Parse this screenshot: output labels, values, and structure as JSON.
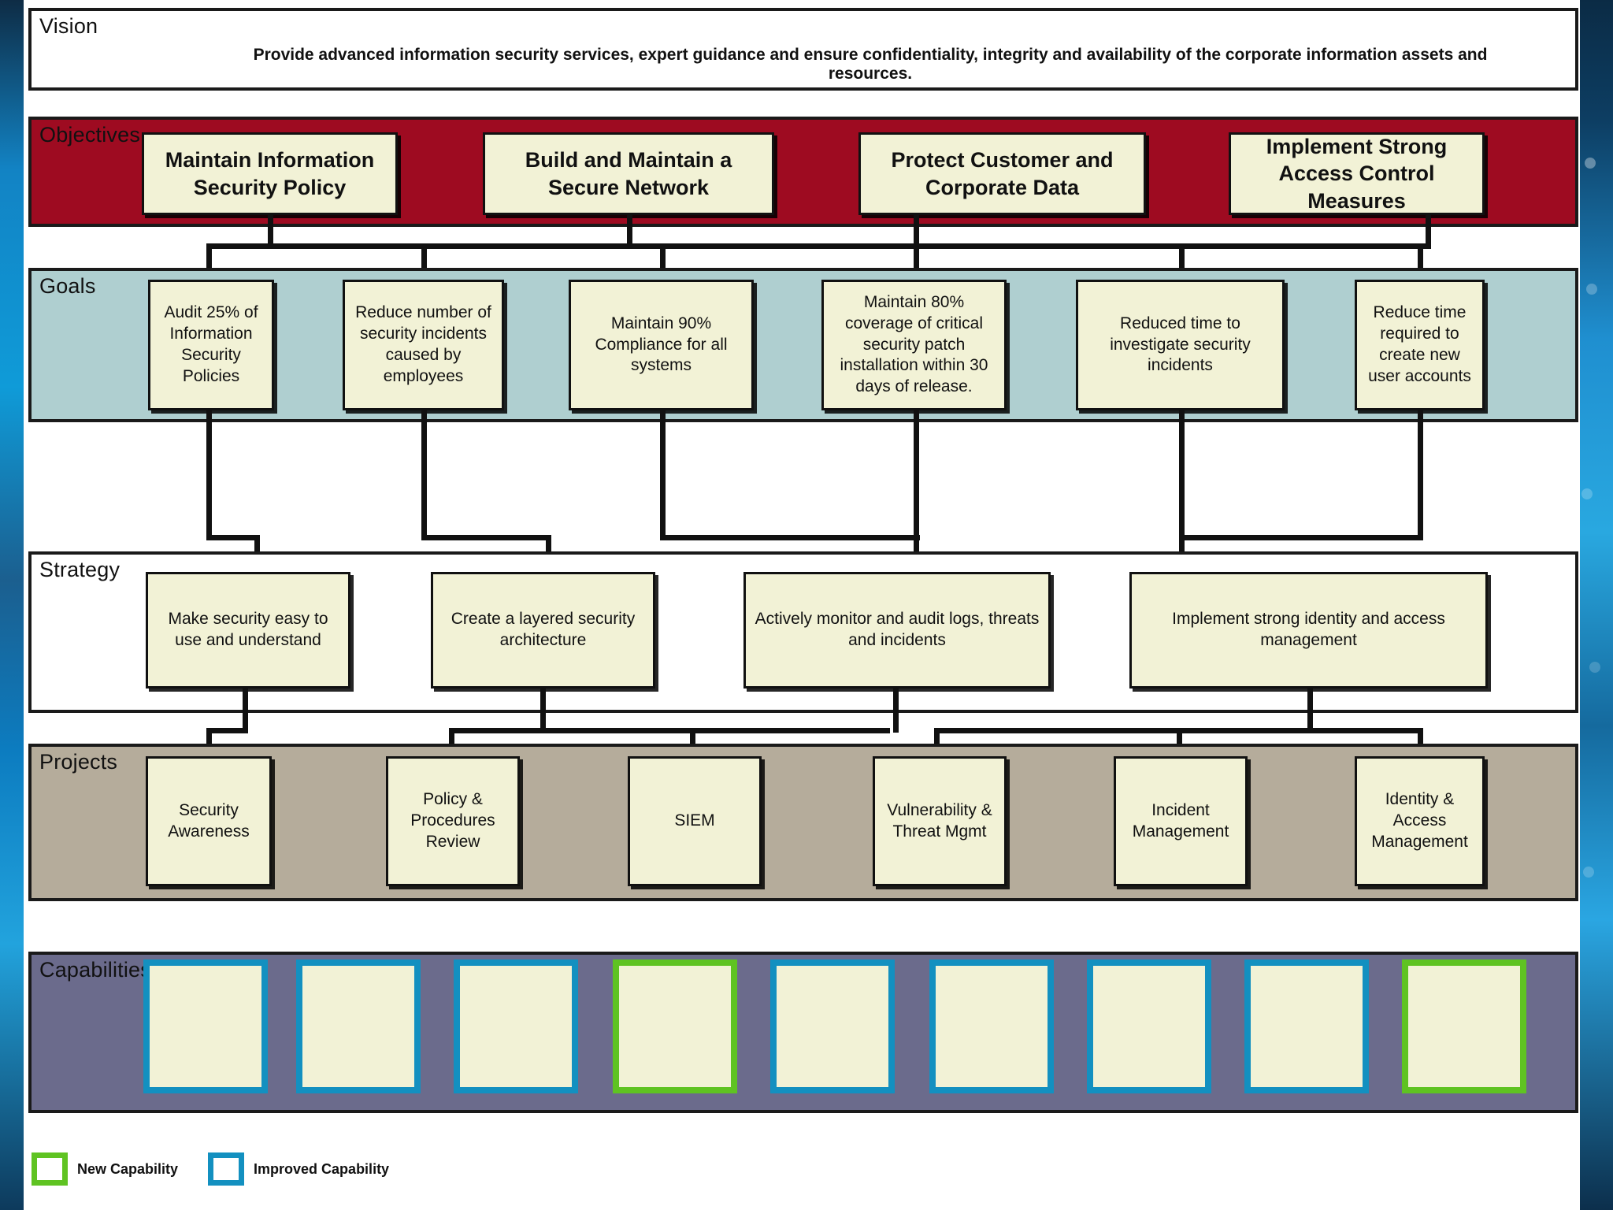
{
  "bands": {
    "vision": {
      "label": "Vision",
      "color": "#FFFFFF"
    },
    "objectives": {
      "label": "Objectives",
      "color": "#9E0B21"
    },
    "goals": {
      "label": "Goals",
      "color": "#AFCFD0"
    },
    "strategy": {
      "label": "Strategy",
      "color": "#FFFFFF"
    },
    "projects": {
      "label": "Projects",
      "color": "#B5AC9B"
    },
    "capabilities": {
      "label": "Capabilities",
      "color": "#6B6B8C"
    }
  },
  "vision": {
    "statement": "Provide advanced information security services, expert guidance and ensure confidentiality, integrity and availability of the corporate information assets and resources."
  },
  "objectives": [
    {
      "label": "Maintain Information Security Policy"
    },
    {
      "label": "Build and Maintain a Secure Network"
    },
    {
      "label": "Protect Customer and Corporate Data"
    },
    {
      "label": "Implement Strong Access Control Measures"
    }
  ],
  "goals": [
    {
      "label": "Audit 25% of Information Security Policies"
    },
    {
      "label": "Reduce number of security incidents caused by employees"
    },
    {
      "label": "Maintain 90% Compliance for all systems"
    },
    {
      "label": "Maintain 80% coverage of critical security patch installation within 30 days of release."
    },
    {
      "label": "Reduced time to investigate security incidents"
    },
    {
      "label": "Reduce time required to create new user accounts"
    }
  ],
  "strategies": [
    {
      "label": "Make security easy to use and understand"
    },
    {
      "label": "Create a layered security architecture"
    },
    {
      "label": "Actively monitor and audit logs, threats and incidents"
    },
    {
      "label": "Implement strong identity and access management"
    }
  ],
  "projects": [
    {
      "label": "Security Awareness"
    },
    {
      "label": "Policy & Procedures Review"
    },
    {
      "label": "SIEM"
    },
    {
      "label": "Vulnerability & Threat Mgmt"
    },
    {
      "label": "Incident Management"
    },
    {
      "label": "Identity & Access Management"
    }
  ],
  "capabilities": [
    {
      "label": "",
      "type": "improved"
    },
    {
      "label": "",
      "type": "improved"
    },
    {
      "label": "",
      "type": "improved"
    },
    {
      "label": "",
      "type": "new"
    },
    {
      "label": "",
      "type": "improved"
    },
    {
      "label": "",
      "type": "improved"
    },
    {
      "label": "",
      "type": "improved"
    },
    {
      "label": "",
      "type": "improved"
    },
    {
      "label": "",
      "type": "new"
    }
  ],
  "legend": [
    {
      "label": "New Capability",
      "color": "#5FC322"
    },
    {
      "label": "Improved Capability",
      "color": "#1390C0"
    }
  ]
}
